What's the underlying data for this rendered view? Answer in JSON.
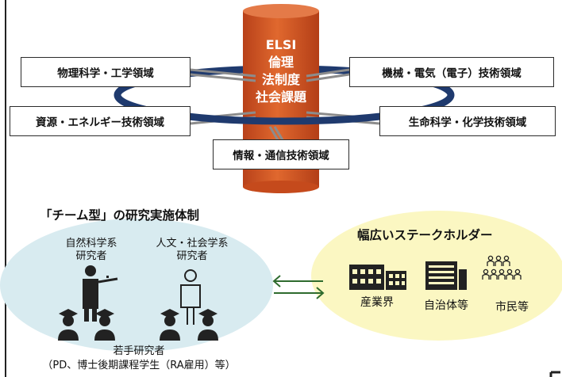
{
  "pillar": {
    "line1": "ELSI",
    "line2": "倫理",
    "line3": "法制度",
    "line4": "社会課題"
  },
  "domains": {
    "physics_engineering": "物理科学・工学領域",
    "mechanical_electrical": "機械・電気（電子）技術領域",
    "resources_energy": "資源・エネルギー技術領域",
    "life_chemistry": "生命科学・化学技術領域",
    "information": "情報・通信技術領域"
  },
  "team": {
    "title": "「チーム型」の研究実施体制",
    "natural_scientist": [
      "自然科学系",
      "研究者"
    ],
    "humanities_scientist": [
      "人文・社会学系",
      "研究者"
    ],
    "young_researcher": "若手研究者",
    "young_researcher_detail": "（PD、博士後期課程学生（RA雇用）等）"
  },
  "stakeholders": {
    "title": "幅広いステークホルダー",
    "industry": "産業界",
    "local_government": "自治体等",
    "citizens": "市民等"
  },
  "colors": {
    "pillar": "#d9541e",
    "ring": "#1f3a6e",
    "team_ellipse": "#d8ebf0",
    "stakeholder_ellipse": "#fbf7c2",
    "arrow": "#2e6b2e"
  }
}
